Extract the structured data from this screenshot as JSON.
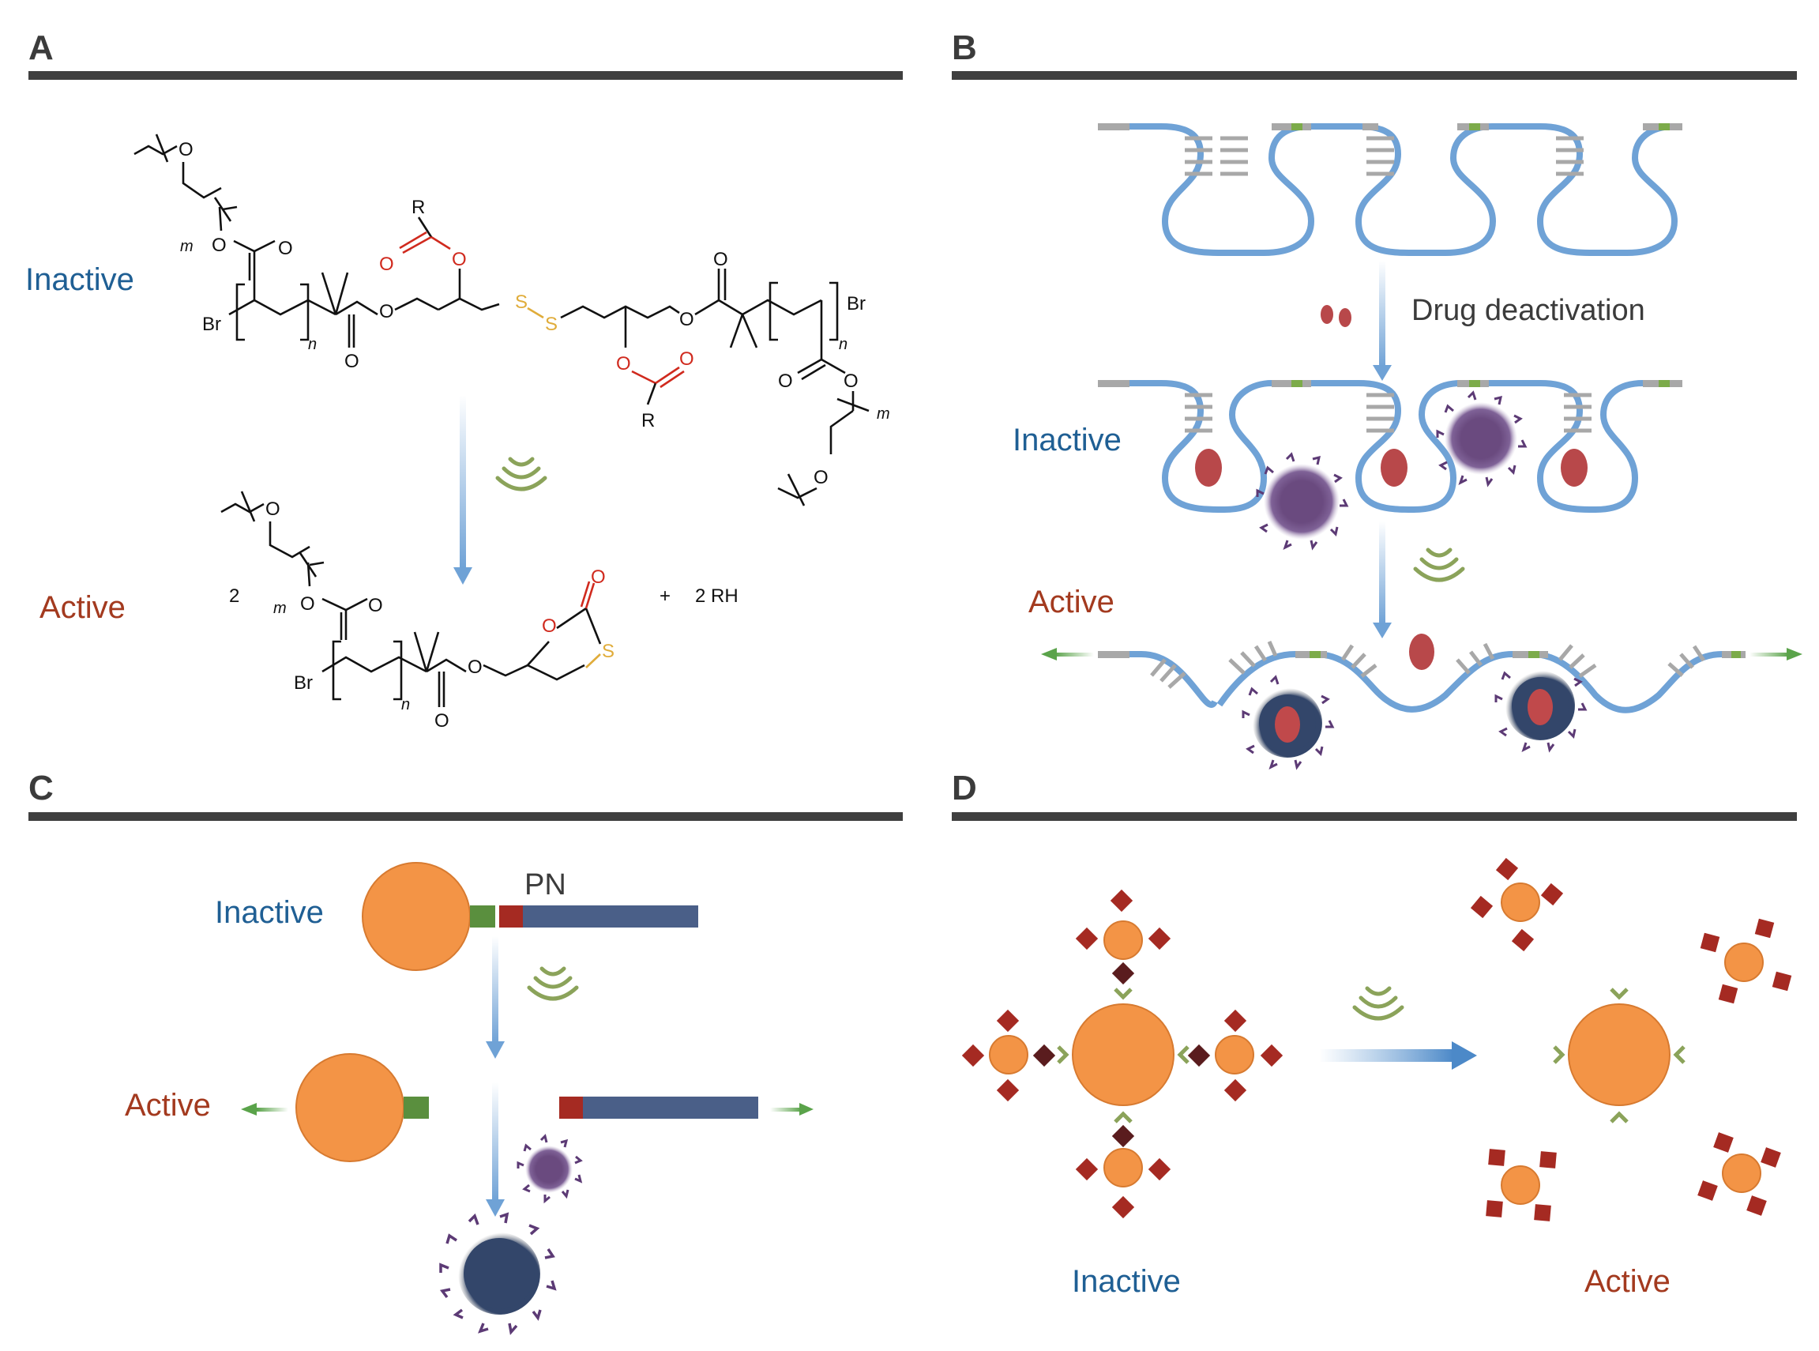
{
  "panels": {
    "A": {
      "label": "A",
      "inactive": "Inactive",
      "active": "Active",
      "chem": {
        "o": "O",
        "r": "R",
        "br": "Br",
        "s": "S",
        "m": "m",
        "n": "n",
        "coef": "2",
        "plus": "+",
        "product": "2 RH"
      }
    },
    "B": {
      "label": "B",
      "inactive": "Inactive",
      "active": "Active",
      "note": "Drug deactivation"
    },
    "C": {
      "label": "C",
      "inactive": "Inactive",
      "active": "Active",
      "pn": "PN"
    },
    "D": {
      "label": "D",
      "inactive": "Inactive",
      "active": "Active"
    }
  },
  "colors": {
    "divider": "#3f3f3f",
    "inactive_text": "#1f5f94",
    "active_text": "#a33a1f",
    "orange": "#f39446",
    "dark_red": "#a52a22",
    "maroon": "#5a1c1e",
    "blue_strand": "#6fa2d6",
    "navy": "#33466a",
    "purple": "#6a4a7f",
    "green": "#5a8f3e",
    "ultrasound": "#8ba35a",
    "gray": "#a8a8a8"
  },
  "icons": [
    "ultrasound-icon",
    "arrow-down-icon",
    "arrow-right-icon"
  ]
}
